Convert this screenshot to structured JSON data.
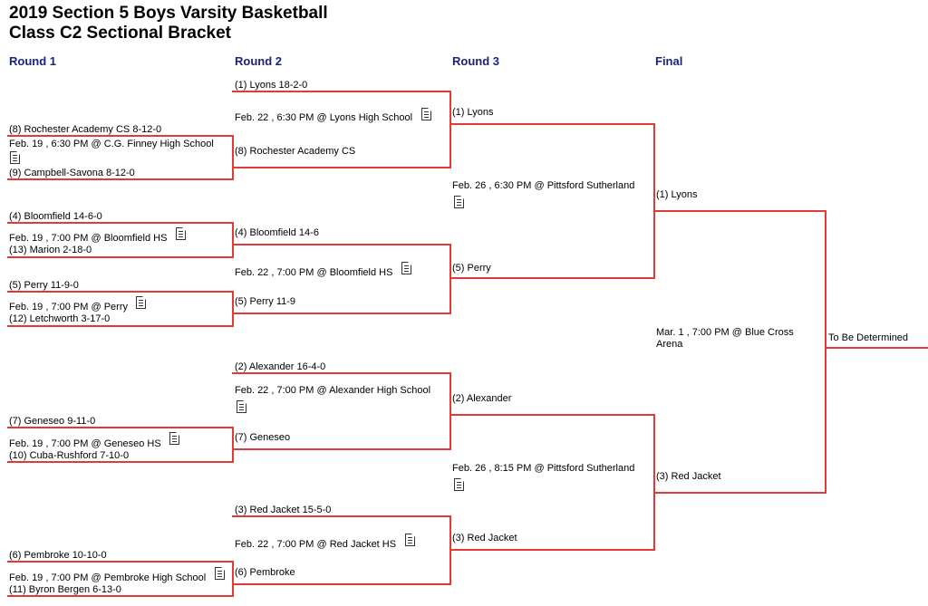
{
  "title": {
    "line1": "2019 Section 5 Boys Varsity Basketball",
    "line2": "Class C2 Sectional Bracket"
  },
  "rounds": [
    "Round 1",
    "Round 2",
    "Round 3",
    "Final"
  ],
  "round1": [
    {
      "top": "(8) Rochester Academy CS 8-12-0",
      "info": "Feb. 19 , 6:30 PM @ C.G. Finney High School",
      "bottom": "(9) Campbell-Savona 8-12-0"
    },
    {
      "top": "(4) Bloomfield 14-6-0",
      "info": "Feb. 19 , 7:00 PM @ Bloomfield HS",
      "bottom": "(13) Marion 2-18-0"
    },
    {
      "top": "(5) Perry 11-9-0",
      "info": "Feb. 19 , 7:00 PM @ Perry",
      "bottom": "(12) Letchworth 3-17-0"
    },
    {
      "top": "(7) Geneseo 9-11-0",
      "info": "Feb. 19 , 7:00 PM @ Geneseo HS",
      "bottom": "(10) Cuba-Rushford 7-10-0"
    },
    {
      "top": "(6) Pembroke 10-10-0",
      "info": "Feb. 19 , 7:00 PM @ Pembroke High School",
      "bottom": "(11) Byron Bergen 6-13-0"
    }
  ],
  "round2": [
    {
      "top": "(1) Lyons 18-2-0",
      "info": "Feb. 22 , 6:30 PM @ Lyons High School",
      "bottom": "(8) Rochester Academy CS"
    },
    {
      "top": "(4) Bloomfield 14-6",
      "info": "Feb. 22 , 7:00 PM @ Bloomfield HS",
      "bottom": "(5) Perry 11-9"
    },
    {
      "top": "(2) Alexander 16-4-0",
      "info": "Feb. 22 , 7:00 PM @ Alexander High School",
      "bottom": "(7) Geneseo"
    },
    {
      "top": "(3) Red Jacket 15-5-0",
      "info": "Feb. 22 , 7:00 PM @ Red Jacket HS",
      "bottom": "(6) Pembroke"
    }
  ],
  "round3": [
    {
      "top": "(1) Lyons",
      "info": "Feb. 26 , 6:30 PM @ Pittsford Sutherland",
      "bottom": "(5) Perry"
    },
    {
      "top": "(2) Alexander",
      "info": "Feb. 26 , 8:15 PM @ Pittsford Sutherland",
      "bottom": "(3) Red Jacket"
    }
  ],
  "final": {
    "top": "(1) Lyons",
    "info": "Mar. 1 , 7:00 PM @ Blue Cross Arena",
    "bottom": "(3) Red Jacket"
  },
  "champion": "To Be Determined",
  "colors": {
    "bracket_line": "#e53935",
    "round_header": "#1a237e"
  }
}
